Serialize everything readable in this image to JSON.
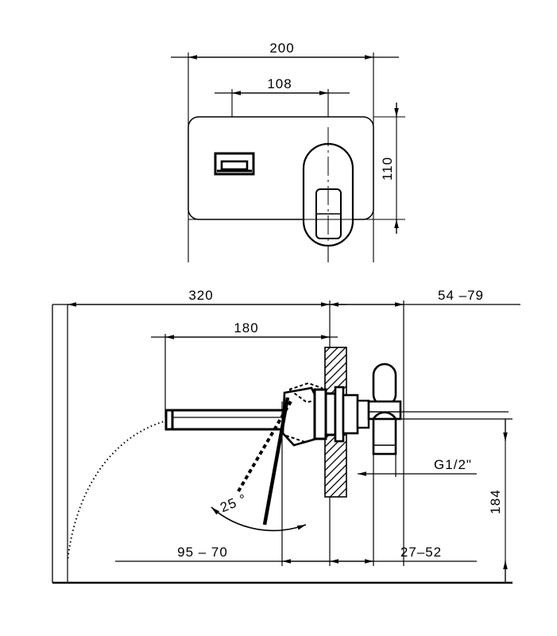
{
  "drawing": {
    "type": "technical-dimension-drawing",
    "subject": "wall-mounted concealed basin mixer faucet",
    "units": "mm",
    "line_color": "#000000",
    "background_color": "#ffffff"
  },
  "top_view": {
    "name": "front-plate-view",
    "dimensions": {
      "plate_width": "200",
      "spout_to_handle": "108",
      "plate_height": "110"
    },
    "features": {
      "plate": "rounded-rectangle-escutcheon",
      "spout_outlet": "rectangular-spout-outlet",
      "handle": "capsule-lever-handle"
    }
  },
  "side_view": {
    "name": "section-side-view",
    "dimensions": {
      "total_projection": "320",
      "spout_projection": "180",
      "wall_depth_range": "54 –79",
      "inlet_thread": "G1/2\"",
      "overall_height": "184",
      "spout_height_range": "95  –  70",
      "valve_offset_range": "27–52",
      "handle_angle": "25 °"
    },
    "features": {
      "wall_section": "hatched-wall-section",
      "water_arc": "dotted-water-stream-arc",
      "handle_travel": "dashed-handle-rotation",
      "valve_body": "angle-valve-body"
    }
  }
}
